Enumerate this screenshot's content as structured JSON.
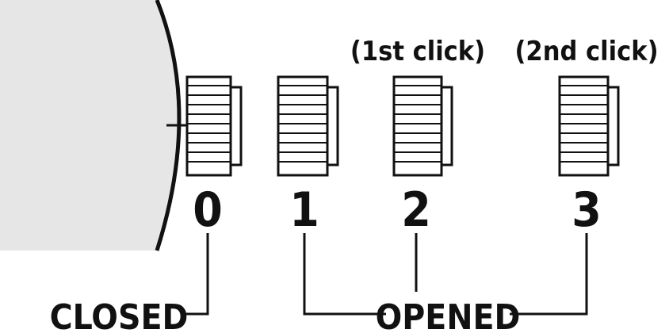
{
  "positions": [
    {
      "number": "0",
      "note": ""
    },
    {
      "number": "1",
      "note": ""
    },
    {
      "number": "2",
      "note": "(1st click)"
    },
    {
      "number": "3",
      "note": "(2nd click)"
    }
  ],
  "states": {
    "closed": "CLOSED",
    "opened": "OPENED"
  },
  "colors": {
    "ink": "#111111",
    "body_fill": "#e6e6e6",
    "background": "#ffffff"
  }
}
